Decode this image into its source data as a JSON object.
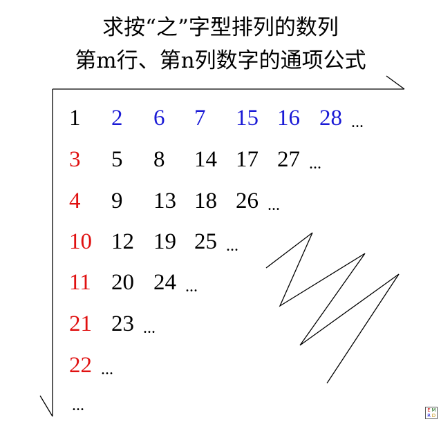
{
  "header": {
    "line1": "求按“之”字型排列的数列",
    "line2": "第m行、第n列数字的通项公式"
  },
  "colors": {
    "blue": "#1a1ad6",
    "red": "#e01010",
    "black": "#000000"
  },
  "grid": {
    "rows": [
      {
        "cells": [
          {
            "text": "1",
            "color": "black"
          },
          {
            "text": "2",
            "color": "blue"
          },
          {
            "text": "6",
            "color": "blue"
          },
          {
            "text": "7",
            "color": "blue"
          },
          {
            "text": "15",
            "color": "blue"
          },
          {
            "text": "16",
            "color": "blue"
          },
          {
            "text": "28",
            "color": "blue"
          }
        ],
        "trailing": "..."
      },
      {
        "cells": [
          {
            "text": "3",
            "color": "red"
          },
          {
            "text": "5",
            "color": "black"
          },
          {
            "text": "8",
            "color": "black"
          },
          {
            "text": "14",
            "color": "black"
          },
          {
            "text": "17",
            "color": "black"
          },
          {
            "text": "27",
            "color": "black"
          }
        ],
        "trailing": "..."
      },
      {
        "cells": [
          {
            "text": "4",
            "color": "red"
          },
          {
            "text": "9",
            "color": "black"
          },
          {
            "text": "13",
            "color": "black"
          },
          {
            "text": "18",
            "color": "black"
          },
          {
            "text": "26",
            "color": "black"
          }
        ],
        "trailing": "..."
      },
      {
        "cells": [
          {
            "text": "10",
            "color": "red"
          },
          {
            "text": "12",
            "color": "black"
          },
          {
            "text": "19",
            "color": "black"
          },
          {
            "text": "25",
            "color": "black"
          }
        ],
        "trailing": "..."
      },
      {
        "cells": [
          {
            "text": "11",
            "color": "red"
          },
          {
            "text": "20",
            "color": "black"
          },
          {
            "text": "24",
            "color": "black"
          }
        ],
        "trailing": "..."
      },
      {
        "cells": [
          {
            "text": "21",
            "color": "red"
          },
          {
            "text": "23",
            "color": "black"
          }
        ],
        "trailing": "..."
      },
      {
        "cells": [
          {
            "text": "22",
            "color": "red"
          }
        ],
        "trailing": "..."
      },
      {
        "cells": [],
        "trailing": "..."
      }
    ]
  },
  "logo": {
    "letters": [
      "E",
      "M",
      "R",
      "D"
    ]
  }
}
